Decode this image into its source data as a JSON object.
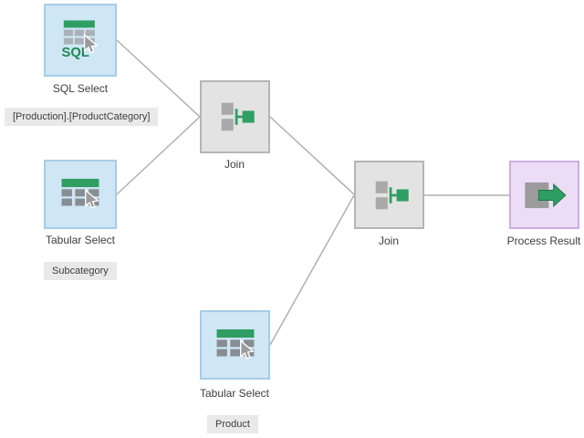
{
  "nodes": {
    "sql_select": {
      "label": "SQL Select",
      "annotation": "[Production].[ProductCategory]"
    },
    "join_1": {
      "label": "Join"
    },
    "tabular_select_1": {
      "label": "Tabular Select",
      "annotation": "Subcategory"
    },
    "join_2": {
      "label": "Join"
    },
    "tabular_select_2": {
      "label": "Tabular Select",
      "annotation": "Product"
    },
    "process_result": {
      "label": "Process Result"
    }
  },
  "icons": {
    "sql_text": "SQL"
  },
  "edges": [
    {
      "from": "sql_select",
      "to": "join_1"
    },
    {
      "from": "tabular_select_1",
      "to": "join_1"
    },
    {
      "from": "join_1",
      "to": "join_2"
    },
    {
      "from": "tabular_select_2",
      "to": "join_2"
    },
    {
      "from": "join_2",
      "to": "process_result"
    }
  ],
  "colors": {
    "node_blue_bg": "#cfe6f5",
    "node_blue_border": "#a6cde6",
    "node_gray_bg": "#e3e3e3",
    "node_gray_border": "#b5b5b5",
    "node_purple_bg": "#ecdcf6",
    "node_purple_border": "#ccade2",
    "accent_green": "#2f9e63",
    "cell_gray": "#9aa1a8",
    "connector_gray": "#b0b0b0",
    "annotation_bg": "#e9e9e9",
    "label_text": "#3d3d3d"
  }
}
